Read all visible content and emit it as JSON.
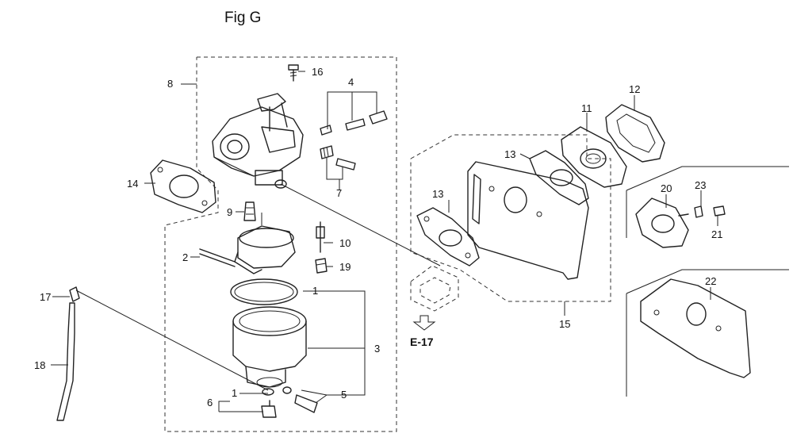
{
  "figure": {
    "title": "Fig G",
    "reference": "E-17"
  },
  "callouts": {
    "c1a": "1",
    "c1b": "1",
    "c2": "2",
    "c3": "3",
    "c4": "4",
    "c5": "5",
    "c6": "6",
    "c7": "7",
    "c8": "8",
    "c9": "9",
    "c10": "10",
    "c11": "11",
    "c12": "12",
    "c13a": "13",
    "c13b": "13",
    "c14": "14",
    "c15": "15",
    "c16": "16",
    "c17": "17",
    "c18": "18",
    "c19": "19",
    "c20": "20",
    "c21": "21",
    "c22": "22",
    "c23": "23"
  }
}
